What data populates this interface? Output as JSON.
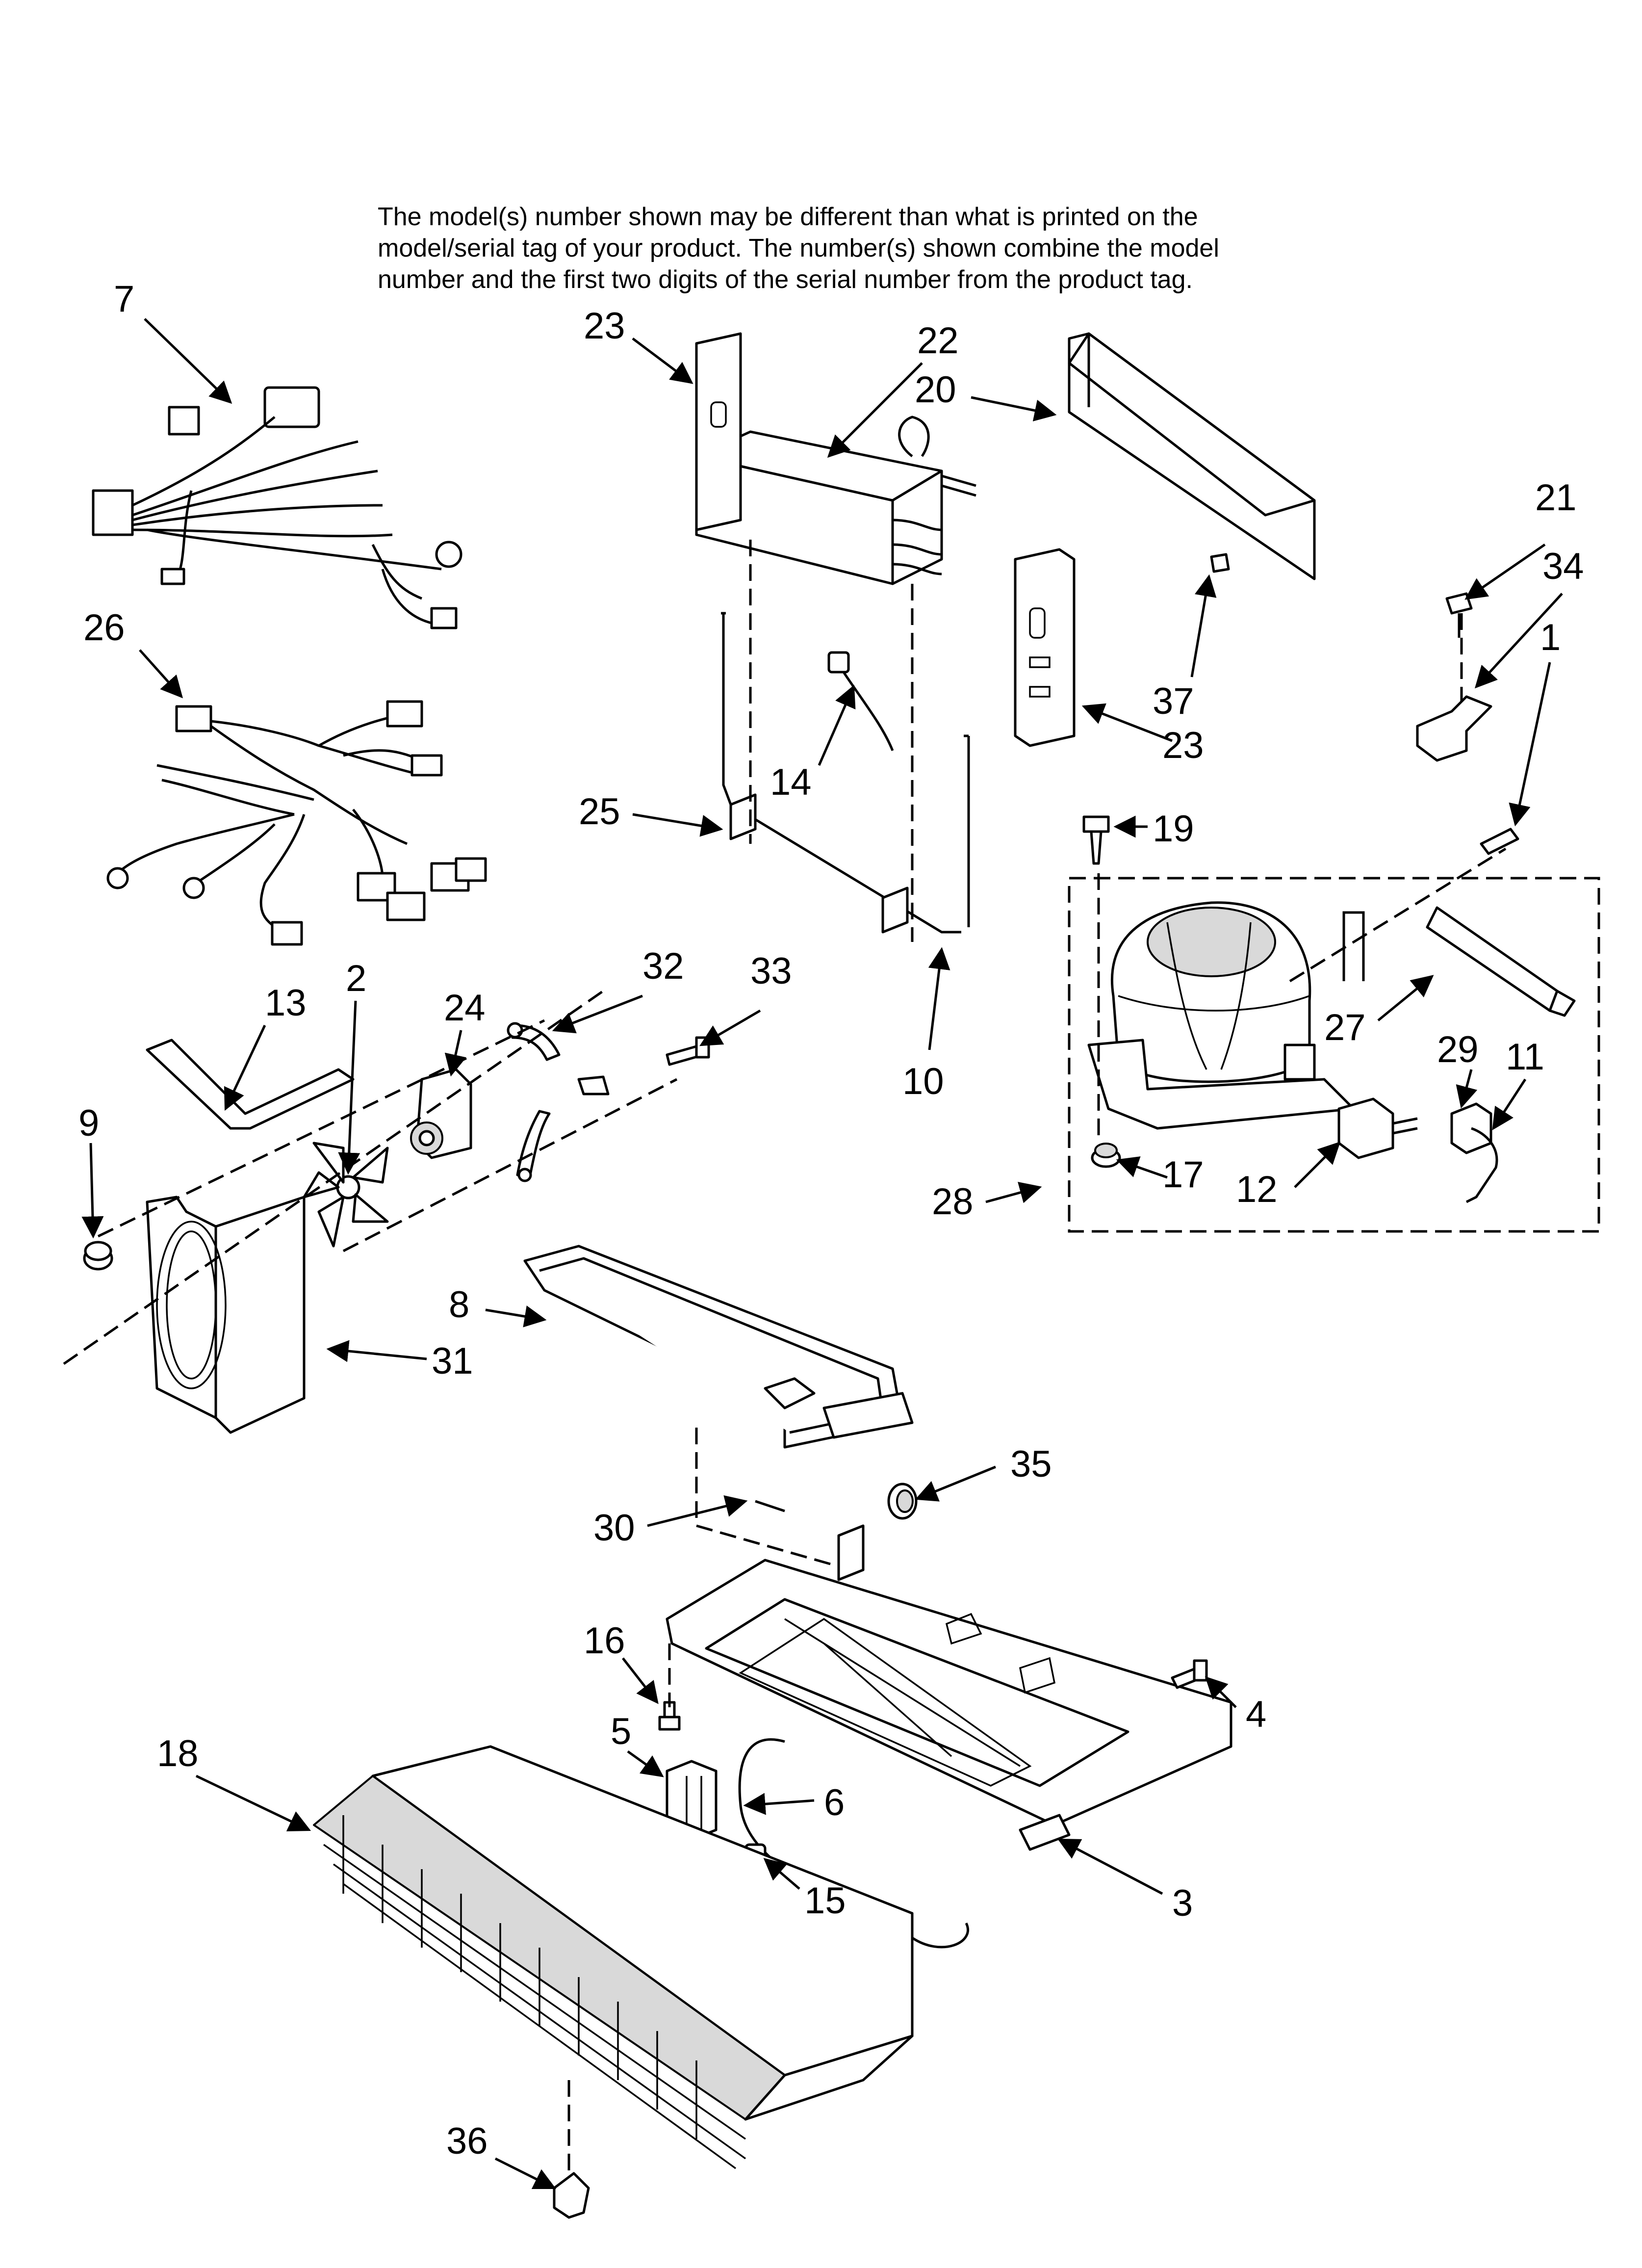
{
  "note": {
    "line1": "The model(s) number shown may be different than what is printed on the",
    "line2": "model/serial tag of your product. The number(s) shown combine the model",
    "line3": "number and the first two digits of the serial number from the product tag."
  },
  "callouts": {
    "c1": "1",
    "c2": "2",
    "c3": "3",
    "c4": "4",
    "c5": "5",
    "c6": "6",
    "c7": "7",
    "c8": "8",
    "c9": "9",
    "c10": "10",
    "c11": "11",
    "c12": "12",
    "c13": "13",
    "c14": "14",
    "c15": "15",
    "c16": "16",
    "c17": "17",
    "c18": "18",
    "c19": "19",
    "c20": "20",
    "c21": "21",
    "c22": "22",
    "c23a": "23",
    "c23b": "23",
    "c24": "24",
    "c25": "25",
    "c26": "26",
    "c27": "27",
    "c28": "28",
    "c29": "29",
    "c30": "30",
    "c31": "31",
    "c32": "32",
    "c33": "33",
    "c34": "34",
    "c35": "35",
    "c36": "36",
    "c37": "37"
  }
}
